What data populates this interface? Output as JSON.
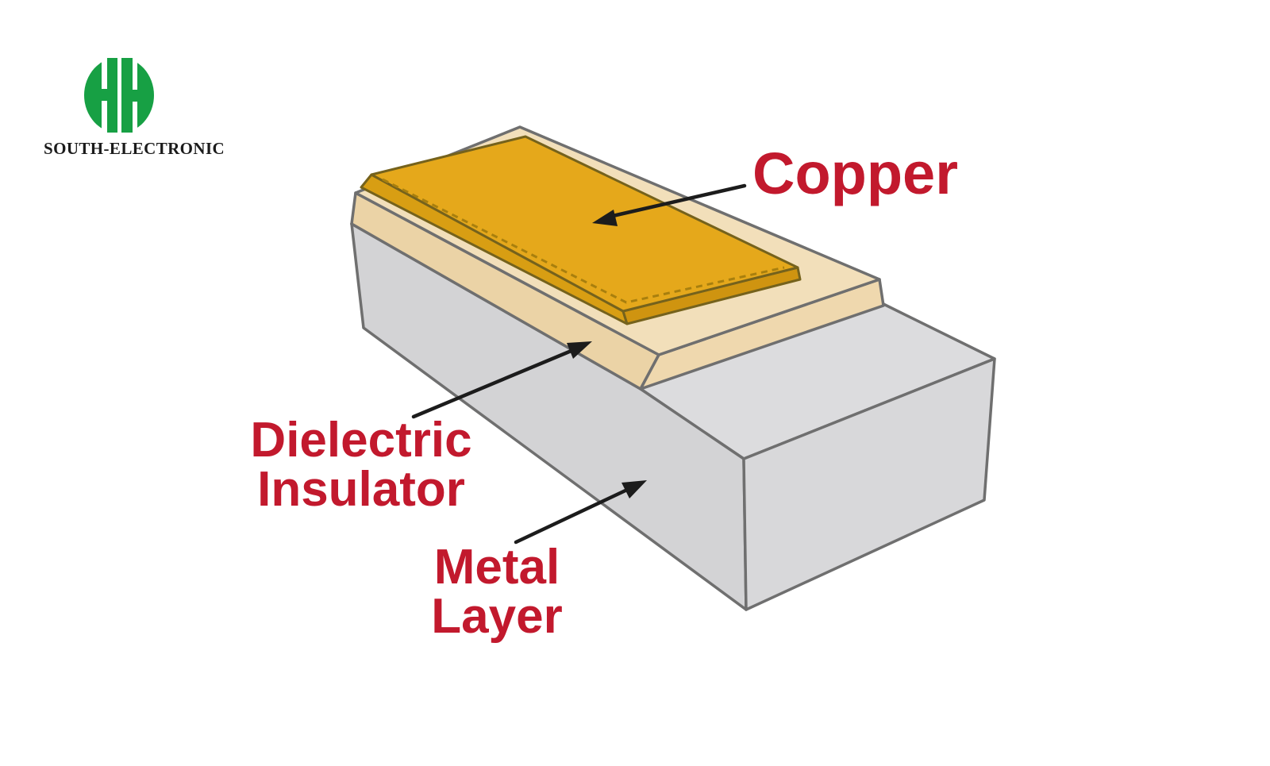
{
  "logo": {
    "brand": "SOUTH-ELECTRONIC",
    "color": "#17A044",
    "emblem_icon": "double-h-monogram"
  },
  "diagram": {
    "title_hidden": "",
    "labels": {
      "copper": "Copper",
      "dielectric": "Dielectric\nInsulator",
      "metal": "Metal\nLayer"
    },
    "label_color": "#C2192D",
    "colors": {
      "copper_top": "#E5A81B",
      "copper_left_side": "#D89E13",
      "copper_right_side": "#CF9410",
      "copper_outline": "#75621C",
      "copper_bevel": "#A87F0E",
      "dielectric_top": "#F2DFBA",
      "dielectric_left_side": "#EBD3A6",
      "dielectric_right_side": "#EFD8AE",
      "metal_top": "#DCDCDE",
      "metal_left_side": "#D3D3D5",
      "metal_right_side": "#D8D8DA",
      "outline": "#6F6F6F",
      "arrow": "#1C1C1C",
      "background": "#FFFFFF"
    }
  }
}
